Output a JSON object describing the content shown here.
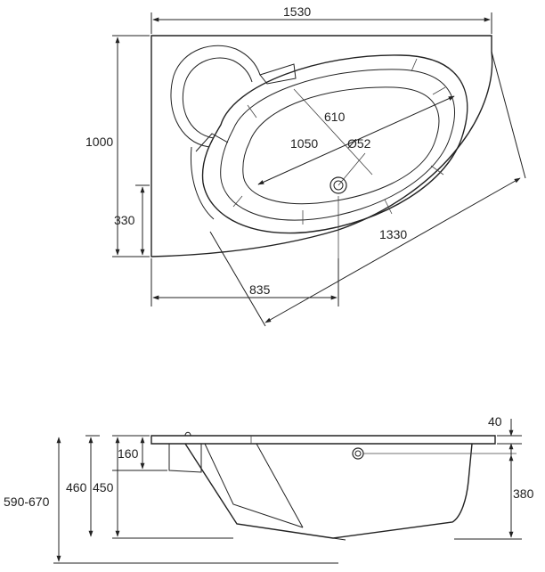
{
  "top_view": {
    "width_label": "1530",
    "depth_label": "1000",
    "side_offset_label": "330",
    "diag_short_label": "610",
    "inner_length_label": "1050",
    "drain_label": "Ø52",
    "front_diag_label": "1330",
    "front_width_label": "835"
  },
  "side_view": {
    "rim_label": "40",
    "seat_label": "160",
    "total_range_label": "590-670",
    "height_460_label": "460",
    "height_450_label": "450",
    "overflow_label": "380"
  }
}
